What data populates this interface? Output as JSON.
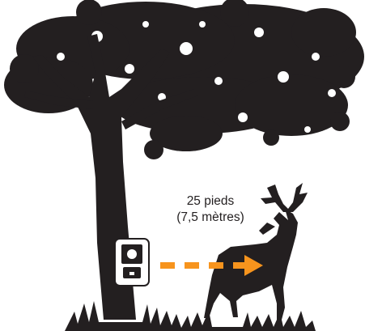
{
  "diagram": {
    "distance_imperial": "25 pieds",
    "distance_metric": "(7,5 mètres)",
    "colors": {
      "silhouette": "#231f20",
      "arrow": "#f7941d",
      "camera_body": "#ffffff"
    },
    "icons": {
      "tree": "tree-silhouette",
      "camera": "trail-camera-icon",
      "deer": "deer-silhouette",
      "arrow": "dashed-arrow"
    }
  }
}
